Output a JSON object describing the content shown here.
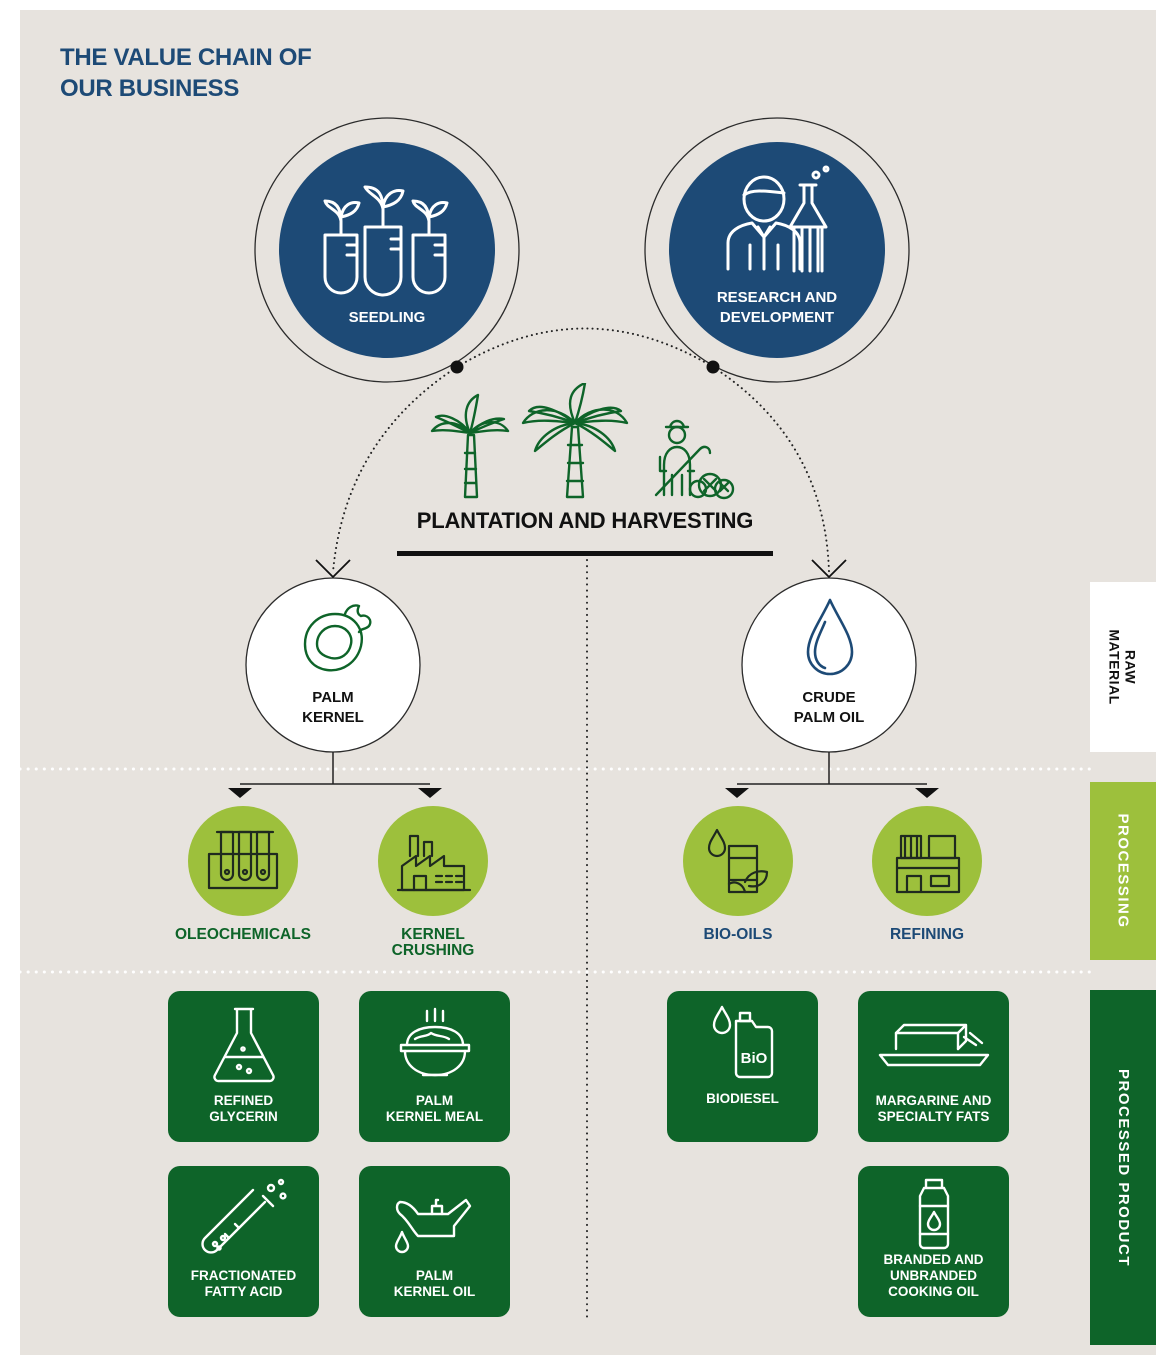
{
  "title": {
    "line1": "THE VALUE CHAIN OF",
    "line2": "OUR BUSINESS"
  },
  "bands": {
    "raw_line1": "RAW",
    "raw_line2": "MATERIAL",
    "processing": "PROCESSING",
    "processed": "PROCESSED PRODUCT"
  },
  "top": {
    "seedling": "SEEDLING",
    "rd_line1": "RESEARCH AND",
    "rd_line2": "DEVELOPMENT"
  },
  "plantation": "PLANTATION AND HARVESTING",
  "raw": {
    "pk_line1": "PALM",
    "pk_line2": "KERNEL",
    "cpo_line1": "CRUDE",
    "cpo_line2": "PALM OIL"
  },
  "processing": {
    "oleo": "OLEOCHEMICALS",
    "kc_line1": "KERNEL",
    "kc_line2": "CRUSHING",
    "bio": "BIO-OILS",
    "refining": "REFINING"
  },
  "products": {
    "glycerin": [
      "REFINED",
      "GLYCERIN"
    ],
    "pkm": [
      "PALM",
      "KERNEL MEAL"
    ],
    "fatty": [
      "FRACTIONATED",
      "FATTY ACID"
    ],
    "pko": [
      "PALM",
      "KERNEL OIL"
    ],
    "biodiesel": [
      "BIODIESEL"
    ],
    "margarine": [
      "MARGARINE AND",
      "SPECIALTY FATS"
    ],
    "cooking": [
      "BRANDED AND",
      "UNBRANDED",
      "COOKING OIL"
    ],
    "bio_text": "BiO"
  },
  "colors": {
    "navy": "#1d4a76",
    "dark_green": "#0e6429",
    "lime": "#9dc03c",
    "background": "#e7e3de"
  }
}
